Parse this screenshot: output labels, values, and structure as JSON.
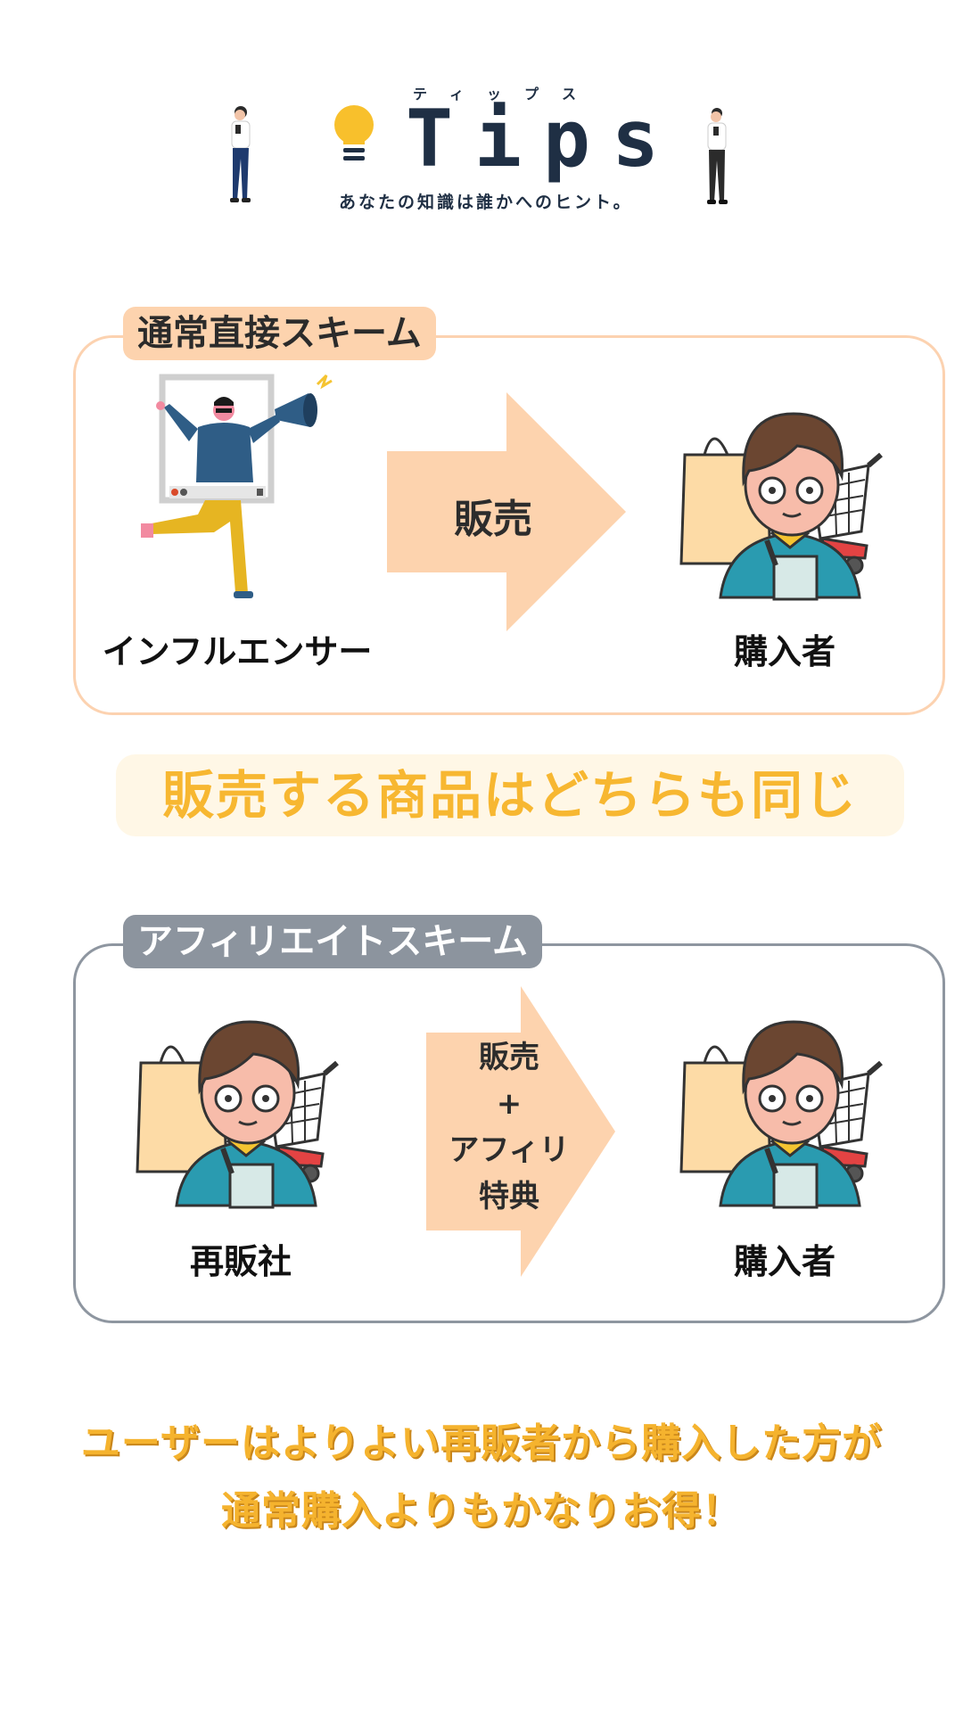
{
  "header": {
    "ruby": "ティップス",
    "logo": "Tips",
    "tagline": "あなたの知識は誰かへのヒント。",
    "icon": "lightbulb-icon"
  },
  "scheme_normal": {
    "title": "通常直接スキーム",
    "left_label": "インフルエンサー",
    "arrow_label": "販売",
    "right_label": "購入者"
  },
  "banner": {
    "text": "販売する商品はどちらも同じ"
  },
  "scheme_affiliate": {
    "title": "アフィリエイトスキーム",
    "left_label": "再販社",
    "arrow_lines": [
      "販売",
      "+",
      "アフィリ",
      "特典"
    ],
    "right_label": "購入者"
  },
  "conclusion": {
    "line1": "ユーザーはよりよい再販者から購入した方が",
    "line2": "通常購入よりもかなりお得！"
  },
  "colors": {
    "orange_border": "#fcd2b0",
    "gray_border": "#8e96a0",
    "yellow_text": "#f5b32e",
    "arrow_fill": "#fdd3ae",
    "navy": "#1f2f44"
  }
}
